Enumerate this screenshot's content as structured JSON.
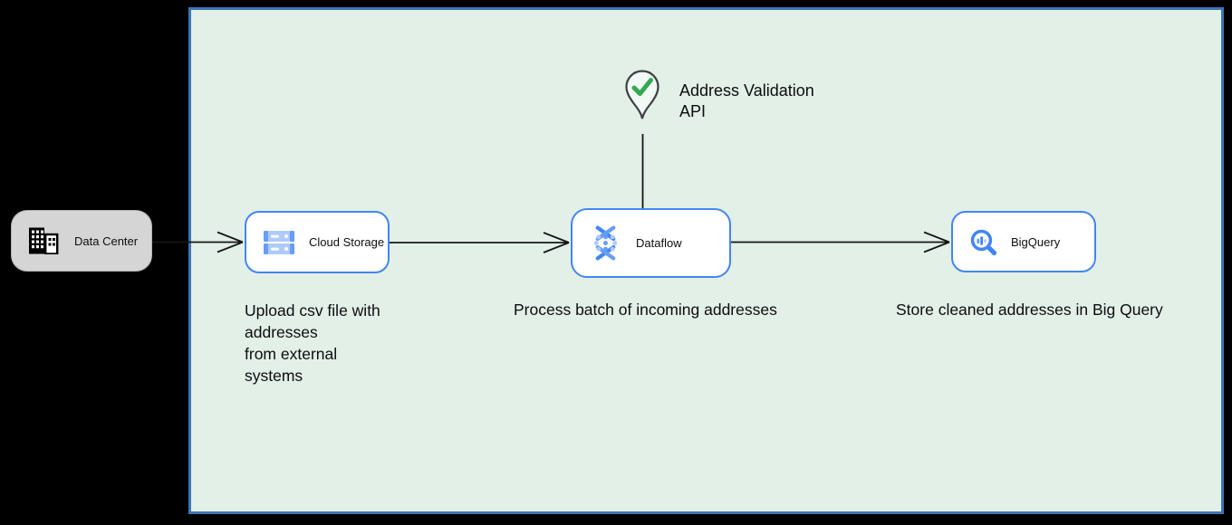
{
  "panel": {
    "background": "#e2f0e7",
    "border_color": "#3d76b5"
  },
  "colors": {
    "node_border_blue": "#4285f4",
    "gcp_blue_dark": "#4285f4",
    "gcp_blue_mid": "#669df6",
    "gcp_blue_light": "#aecbfa",
    "check_green": "#34a853",
    "arrow_stroke": "#161616",
    "gray_node_background": "#d5d5d5"
  },
  "nodes": {
    "data_center": {
      "label": "Data Center",
      "icon": "data-center-building-icon"
    },
    "cloud_storage": {
      "label": "Cloud Storage",
      "icon": "cloud-storage-icon"
    },
    "dataflow": {
      "label": "Dataflow",
      "icon": "dataflow-icon"
    },
    "bigquery": {
      "label": "BigQuery",
      "icon": "bigquery-icon"
    }
  },
  "annotations": {
    "address_validation_label": "Address Validation\nAPI",
    "caption_upload": "Upload csv file with\naddresses\nfrom external\nsystems",
    "caption_process": "Process batch of incoming addresses",
    "caption_store": "Store cleaned addresses in Big Query"
  },
  "connectors": [
    {
      "from": "data_center",
      "to": "cloud_storage",
      "style": "open-arrow"
    },
    {
      "from": "cloud_storage",
      "to": "dataflow",
      "style": "open-arrow"
    },
    {
      "from": "dataflow",
      "to": "bigquery",
      "style": "open-arrow"
    },
    {
      "from": "address_validation_api",
      "to": "dataflow",
      "style": "plain-line"
    }
  ]
}
